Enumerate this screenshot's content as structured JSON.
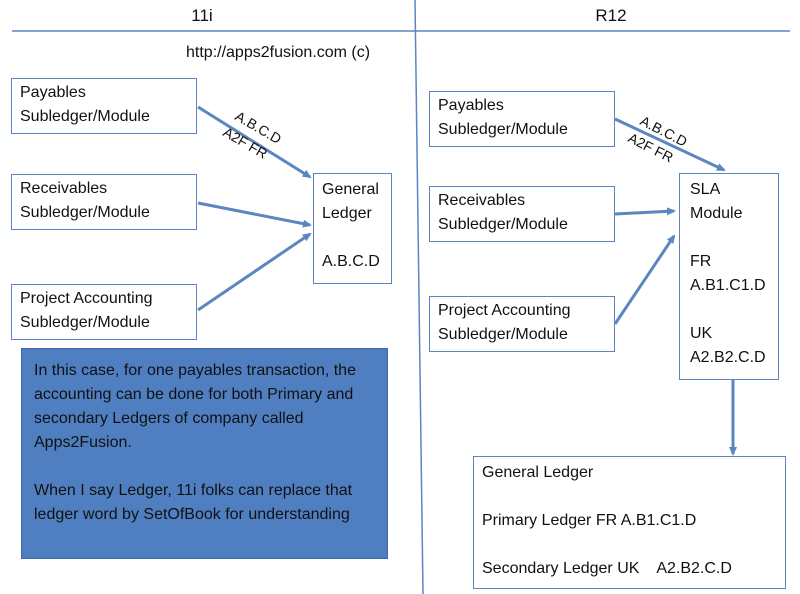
{
  "columns": {
    "left": "11i",
    "right": "R12"
  },
  "credit": "http://apps2fusion.com (c)",
  "left": {
    "payables": [
      "Payables",
      "Subledger/Module"
    ],
    "receivables": [
      "Receivables",
      "Subledger/Module"
    ],
    "project": [
      "Project Accounting",
      "Subledger/Module"
    ],
    "gl": {
      "line1": "General",
      "line2": "Ledger",
      "code": "A.B.C.D"
    },
    "edge_label_1": "A.B.C.D",
    "edge_label_2": "A2F FR"
  },
  "right": {
    "payables": [
      "Payables",
      "Subledger/Module"
    ],
    "receivables": [
      "Receivables",
      "Subledger/Module"
    ],
    "project": [
      "Project Accounting",
      "Subledger/Module"
    ],
    "sla": {
      "line1": "SLA",
      "line2": "Module",
      "fr": "FR",
      "fr_code": "A.B1.C1.D",
      "uk": "UK",
      "uk_code": "A2.B2.C.D"
    },
    "edge_label_1": "A.B.C.D",
    "edge_label_2": "A2F FR",
    "gl": {
      "title": "General Ledger",
      "primary": "Primary Ledger FR A.B1.C1.D",
      "secondary": "Secondary Ledger UK    A2.B2.C.D"
    }
  },
  "note": {
    "para1": "In this case, for one payables transaction, the accounting can be done for both Primary and secondary Ledgers of company called Apps2Fusion.",
    "para2": "When I say Ledger, 11i folks can replace that ledger word by SetOfBook for understanding"
  },
  "colors": {
    "line": "#5b86c0",
    "box_border": "#5b86c0",
    "note_fill": "#4f7fc0"
  }
}
